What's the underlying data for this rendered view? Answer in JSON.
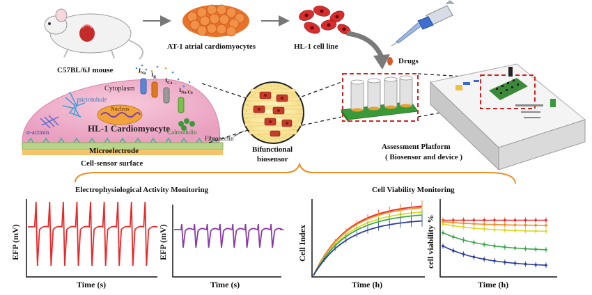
{
  "top": {
    "mouse": "C57BL/6J mouse",
    "at1": "AT-1 atrial cardiomyocytes",
    "hl1": "HL-1 cell line",
    "drugs": "Drugs"
  },
  "cell": {
    "cytoplasm": "Cytoplasm",
    "microtubule": "microtubule",
    "nucleus": "Nucleus",
    "name": "HL-1 Cardiomyocyte",
    "actinin": "α-actinin",
    "calmodulin": "Calmodulin",
    "microelectrode": "Microelectrode",
    "surface": "Cell-sensor surface",
    "ina": "I",
    "ina_sub": "Na",
    "ik": "I",
    "ik_sub": "K",
    "ica": "I",
    "ica_sub": "Ca",
    "inaca": "I",
    "inaca_sub": "Na-Ca"
  },
  "sensor": {
    "fibronectin": "Fibronectin",
    "bifunctional": "Bifunctional",
    "biosensor": "biosensor"
  },
  "platform": {
    "line1": "Assessment Platform",
    "line2": "( Biosensor and device )"
  },
  "monitoring": {
    "electro": "Electrophysiological Activity Monitoring",
    "viability": "Cell Viability Monitoring"
  },
  "chart_data": [
    {
      "type": "line",
      "xlabel": "Time (s)",
      "ylabel": "EFP (mV)",
      "series": [
        {
          "color": "#e8292b",
          "spikes": 9
        }
      ]
    },
    {
      "type": "line",
      "xlabel": "Time (s)",
      "ylabel": "EFP (mV)",
      "series": [
        {
          "color": "#8a3aa8",
          "spikes": 8
        }
      ]
    },
    {
      "type": "line",
      "xlabel": "Time (h)",
      "ylabel": "Cell Index",
      "series": [
        {
          "color": "#e8292b",
          "end": 0.94
        },
        {
          "color": "#f28c28",
          "end": 0.92
        },
        {
          "color": "#d9d92a",
          "end": 0.86
        },
        {
          "color": "#3aa84a",
          "end": 0.82
        },
        {
          "color": "#2a3a9e",
          "end": 0.74
        }
      ]
    },
    {
      "type": "line",
      "xlabel": "Time (h)",
      "ylabel": "cell viability %",
      "series": [
        {
          "color": "#e8292b",
          "start": 0.75,
          "end": 0.75
        },
        {
          "color": "#f28c28",
          "start": 0.73,
          "end": 0.68
        },
        {
          "color": "#d9d92a",
          "start": 0.7,
          "end": 0.6
        },
        {
          "color": "#3aa84a",
          "start": 0.58,
          "end": 0.35
        },
        {
          "color": "#2a3a9e",
          "start": 0.4,
          "end": 0.14
        }
      ]
    }
  ]
}
